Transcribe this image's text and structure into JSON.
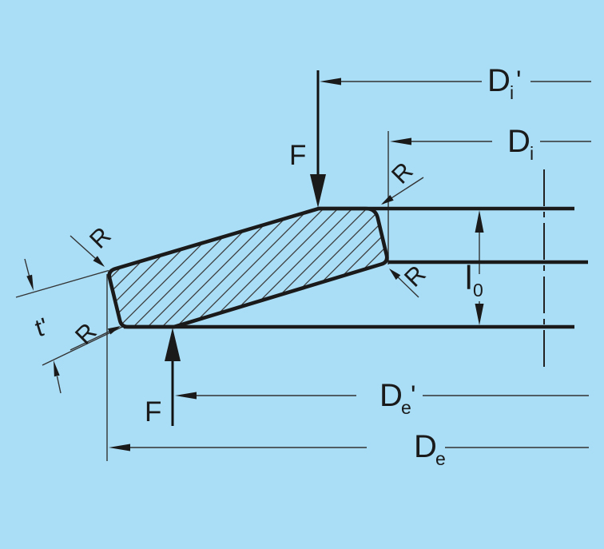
{
  "diagram": {
    "type": "disc-spring-cross-section-with-contact-flats",
    "colors": {
      "background": "#aadef6",
      "line": "#1a1a1a",
      "thin_line": "#333333"
    },
    "labels": {
      "force": "F",
      "radius": "R",
      "reduced_thickness": "t'",
      "inner_diameter_reduced": {
        "base": "D",
        "sub": "i",
        "prime": "'"
      },
      "inner_diameter": {
        "base": "D",
        "sub": "i"
      },
      "outer_diameter_reduced": {
        "base": "D",
        "sub": "e",
        "prime": "'"
      },
      "outer_diameter": {
        "base": "D",
        "sub": "e"
      },
      "free_height": {
        "base": "l",
        "sub": "0"
      }
    }
  }
}
